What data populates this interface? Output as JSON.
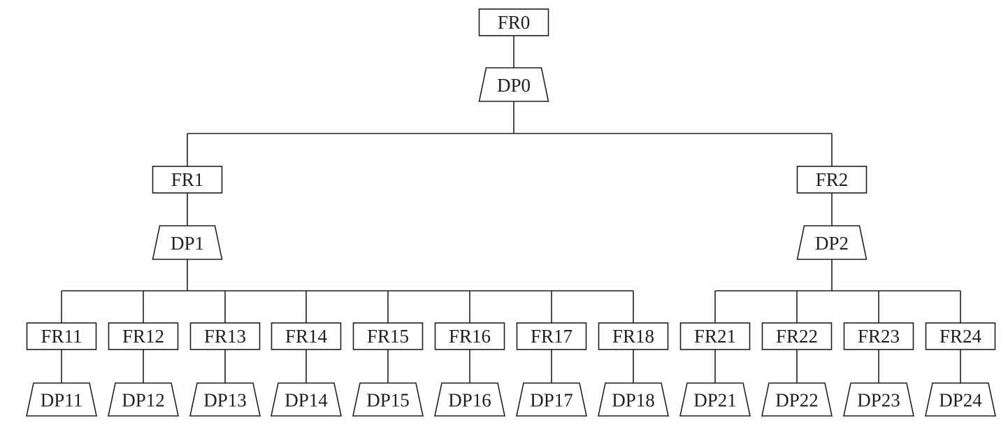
{
  "diagram": {
    "root": {
      "fr": "FR0",
      "dp": "DP0"
    },
    "branches": [
      {
        "fr": "FR1",
        "dp": "DP1",
        "children": [
          {
            "fr": "FR11",
            "dp": "DP11"
          },
          {
            "fr": "FR12",
            "dp": "DP12"
          },
          {
            "fr": "FR13",
            "dp": "DP13"
          },
          {
            "fr": "FR14",
            "dp": "DP14"
          },
          {
            "fr": "FR15",
            "dp": "DP15"
          },
          {
            "fr": "FR16",
            "dp": "DP16"
          },
          {
            "fr": "FR17",
            "dp": "DP17"
          },
          {
            "fr": "FR18",
            "dp": "DP18"
          }
        ]
      },
      {
        "fr": "FR2",
        "dp": "DP2",
        "children": [
          {
            "fr": "FR21",
            "dp": "DP21"
          },
          {
            "fr": "FR22",
            "dp": "DP22"
          },
          {
            "fr": "FR23",
            "dp": "DP23"
          },
          {
            "fr": "FR24",
            "dp": "DP24"
          }
        ]
      }
    ]
  }
}
